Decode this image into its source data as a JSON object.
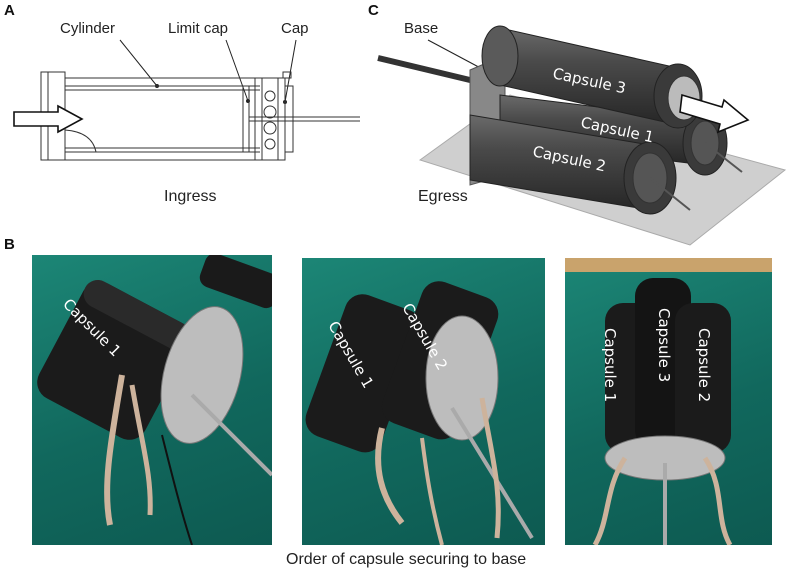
{
  "panels": {
    "a": {
      "letter": "A",
      "labels": {
        "cylinder": "Cylinder",
        "limit_cap": "Limit cap",
        "cap": "Cap"
      },
      "caption": "Ingress"
    },
    "b": {
      "letter": "B",
      "photos": [
        {
          "capsules": [
            "Capsule 1"
          ]
        },
        {
          "capsules": [
            "Capsule 1",
            "Capsule 2"
          ]
        },
        {
          "capsules": [
            "Capsule 1",
            "Capsule 3",
            "Capsule 2"
          ]
        }
      ],
      "caption": "Order of capsule securing to base"
    },
    "c": {
      "letter": "C",
      "labels": {
        "base": "Base"
      },
      "capsules": [
        "Capsule 3",
        "Capsule 1",
        "Capsule 2"
      ],
      "caption": "Egress"
    }
  }
}
